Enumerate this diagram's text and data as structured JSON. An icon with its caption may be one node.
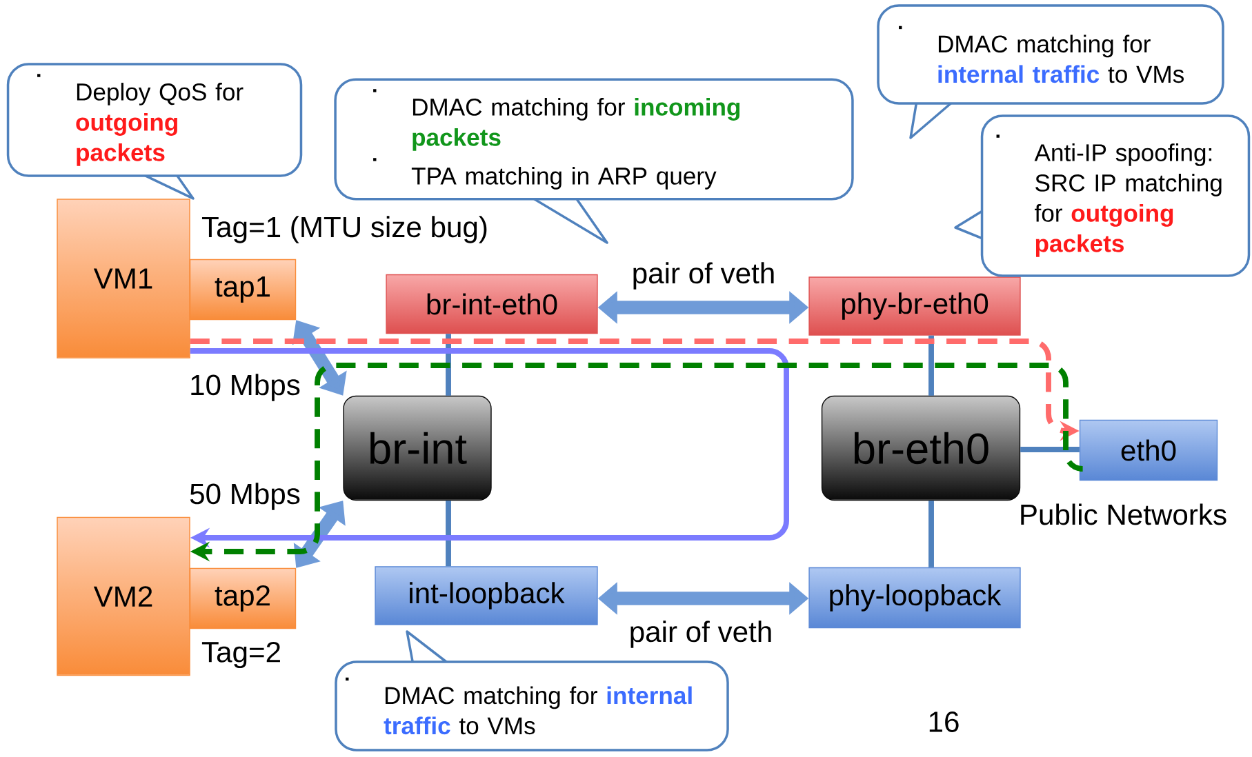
{
  "diagram": {
    "nodes": [
      {
        "text": [
          "VM1"
        ]
      },
      {
        "text": [
          "tap1"
        ]
      },
      {
        "text": [
          "VM2"
        ]
      },
      {
        "text": [
          "tap2"
        ]
      },
      {
        "text": [
          "br-int-eth0"
        ]
      },
      {
        "text": [
          "br-int"
        ]
      },
      {
        "text": [
          "int-loopback"
        ]
      },
      {
        "text": [
          "phy-br-eth0"
        ]
      },
      {
        "text": [
          "br-eth0"
        ]
      },
      {
        "text": [
          "phy-loopback"
        ]
      },
      {
        "text": [
          "eth0"
        ]
      },
      {
        "text": [
          "Deploy QoS for **outgoing packets**"
        ]
      },
      {
        "text": [
          "DMAC matching for **incoming packets**",
          "TPA matching in ARP query"
        ]
      },
      {
        "text": [
          "DMAC matching for **internal traffic** to VMs"
        ]
      },
      {
        "text": [
          "Anti-IP spoofing: SRC IP matching for **outgoing packets**"
        ]
      },
      {
        "text": [
          "DMAC matching for **internal traffic** to VMs"
        ]
      }
    ],
    "edges": [
      {
        "from": 1,
        "to": 5,
        "arrow": "both",
        "style": "thick"
      },
      {
        "from": 3,
        "to": 5,
        "arrow": "both",
        "style": "thick"
      },
      {
        "from": 4,
        "to": 7,
        "arrow": "both",
        "style": "thick",
        "label": "pair of veth"
      },
      {
        "from": 6,
        "to": 9,
        "arrow": "both",
        "style": "thick",
        "label": "pair of veth"
      },
      {
        "from": 4,
        "to": 5,
        "arrow": "none"
      },
      {
        "from": 5,
        "to": 6,
        "arrow": "none"
      },
      {
        "from": 7,
        "to": 8,
        "arrow": "none"
      },
      {
        "from": 8,
        "to": 9,
        "arrow": "none"
      },
      {
        "from": 8,
        "to": 10,
        "arrow": "none"
      },
      {
        "from": 0,
        "to": 10,
        "arrow": "to",
        "style": "dashed",
        "color": "#ff6b6b"
      },
      {
        "from": 0,
        "to": 2,
        "arrow": "to",
        "color": "#7b7bff"
      },
      {
        "from": 10,
        "to": 2,
        "arrow": "to",
        "style": "dashed",
        "color": "#008000"
      }
    ],
    "labels": [
      "Tag=1 (MTU size bug)",
      "10 Mbps",
      "50 Mbps",
      "Tag=2",
      "Public Networks",
      "16"
    ]
  }
}
